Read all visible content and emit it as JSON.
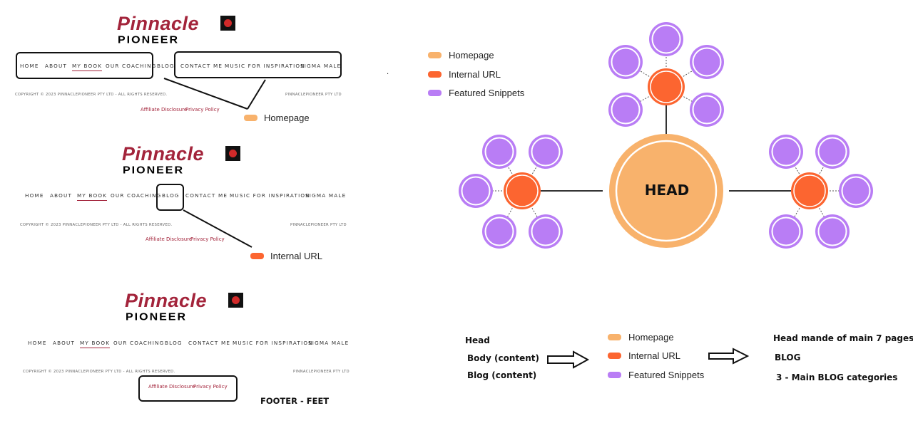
{
  "site": {
    "logo_word": "Pinnacle",
    "logo_sub": "PIONEER",
    "nav": [
      "HOME",
      "ABOUT",
      "MY BOOK",
      "OUR COACHING",
      "BLOG",
      "CONTACT ME",
      "MUSIC FOR INSPIRATION",
      "SIGMA MALE"
    ],
    "active_nav": "MY BOOK",
    "copyright": "COPYRIGHT © 2023 PINNACLEPIONEER PTY LTD - ALL RIGHTS RESERVED.",
    "company": "PINNACLEPIONEER PTY LTD",
    "footer_links": [
      "Affiliate Disclosure",
      "Privacy Policy"
    ]
  },
  "annotations": {
    "homepage": "Homepage",
    "internal_url": "Internal URL",
    "footer_label": "FOOTER - FEET",
    "dot": "."
  },
  "legend": [
    {
      "label": "Homepage",
      "color": "#f8b26c"
    },
    {
      "label": "Internal URL",
      "color": "#fc6530"
    },
    {
      "label": "Featured Snippets",
      "color": "#b97df5"
    }
  ],
  "diagram": {
    "center_label": "HEAD",
    "colors": {
      "head": "#f8b26c",
      "internal": "#fc6530",
      "snippet": "#b97df5",
      "line": "#333333"
    }
  },
  "flow": {
    "left": [
      "Head",
      "Body (content)",
      "Blog (content)"
    ],
    "middle": [
      {
        "label": "Homepage",
        "color": "#f8b26c"
      },
      {
        "label": "Internal URL",
        "color": "#fc6530"
      },
      {
        "label": "Featured Snippets",
        "color": "#b97df5"
      }
    ],
    "right": [
      "Head mande of main 7 pages",
      "BLOG",
      "3 - Main BLOG categories"
    ]
  }
}
